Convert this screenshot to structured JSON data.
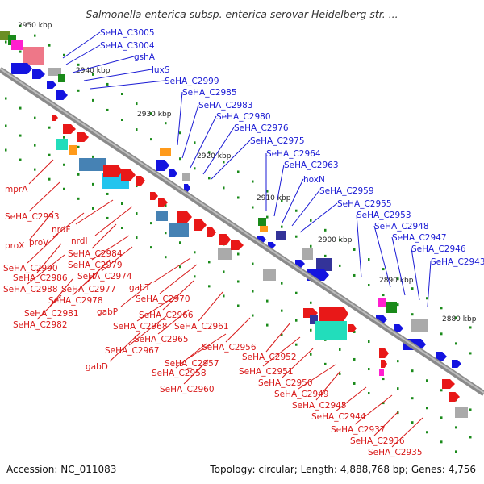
{
  "title": "Salmonella enterica subsp. enterica serovar Heidelberg str. ...",
  "footer": {
    "accession": "Accession: NC_011083",
    "summary": "Topology: circular; Length: 4,888,768 bp; Genes: 4,756"
  },
  "kbp_ticks": [
    "2950 kbp",
    "2940 kbp",
    "2930 kbp",
    "2920 kbp",
    "2910 kbp",
    "2900 kbp",
    "2890 kbp",
    "2880 kbp"
  ],
  "forward_labels": [
    "SeHA_C3005",
    "SeHA_C3004",
    "gshA",
    "luxS",
    "SeHA_C2999",
    "SeHA_C2985",
    "SeHA_C2983",
    "SeHA_C2980",
    "SeHA_C2976",
    "SeHA_C2975",
    "SeHA_C2964",
    "SeHA_C2963",
    "hoxN",
    "SeHA_C2959",
    "SeHA_C2955",
    "SeHA_C2953",
    "SeHA_C2948",
    "SeHA_C2947",
    "SeHA_C2946",
    "SeHA_C2943"
  ],
  "reverse_labels": [
    "mprA",
    "SeHA_C2993",
    "nrdF",
    "proX",
    "proV",
    "nrdI",
    "SeHA_C2984",
    "SeHA_C2990",
    "SeHA_C2979",
    "SeHA_C2986",
    "SeHA_C2974",
    "SeHA_C2988",
    "SeHA_C2977",
    "SeHA_C2978",
    "gabT",
    "SeHA_C2981",
    "gabP",
    "SeHA_C2970",
    "SeHA_C2982",
    "SeHA_C2966",
    "SeHA_C2968",
    "SeHA_C2961",
    "SeHA_C2965",
    "SeHA_C2967",
    "SeHA_C2956",
    "gabD",
    "SeHA_C2957",
    "SeHA_C2952",
    "SeHA_C2958",
    "SeHA_C2951",
    "SeHA_C2960",
    "SeHA_C2950",
    "SeHA_C2949",
    "SeHA_C2945",
    "SeHA_C2944",
    "SeHA_C2937",
    "SeHA_C2936",
    "SeHA_C2935"
  ],
  "colors": {
    "forward_label": "#1a1ad4",
    "reverse_label": "#d81818",
    "forward_gene": "#1414e0",
    "reverse_gene": "#e81818",
    "backbone": "#808080",
    "tick": "#1a8a1a"
  }
}
